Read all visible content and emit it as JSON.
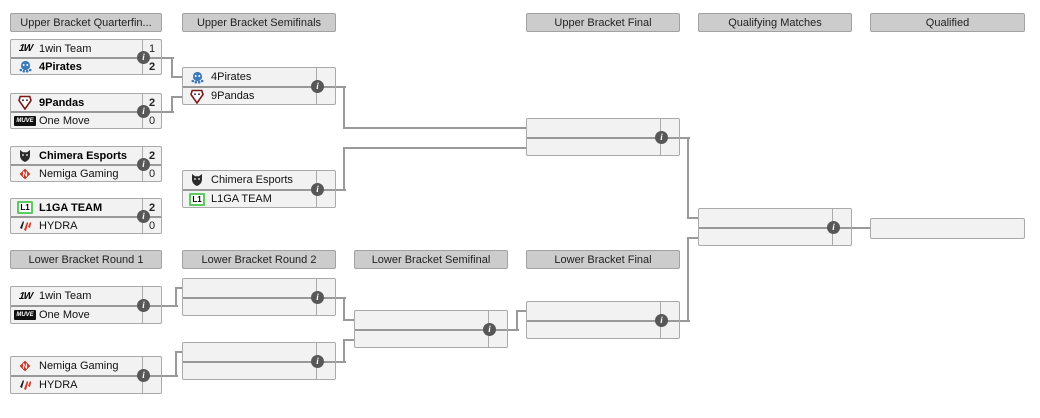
{
  "headers": {
    "ub_qf": "Upper Bracket Quarterfin...",
    "ub_sf": "Upper Bracket Semifinals",
    "ub_final": "Upper Bracket Final",
    "qualifying": "Qualifying Matches",
    "qualified": "Qualified",
    "lb_r1": "Lower Bracket Round 1",
    "lb_r2": "Lower Bracket Round 2",
    "lb_sf": "Lower Bracket Semifinal",
    "lb_final": "Lower Bracket Final"
  },
  "matches": {
    "ub_qf_1": {
      "top": {
        "team": "1win Team",
        "score": "1",
        "winner": false
      },
      "bottom": {
        "team": "4Pirates",
        "score": "2",
        "winner": true
      }
    },
    "ub_qf_2": {
      "top": {
        "team": "9Pandas",
        "score": "2",
        "winner": true
      },
      "bottom": {
        "team": "One Move",
        "score": "0",
        "winner": false
      }
    },
    "ub_qf_3": {
      "top": {
        "team": "Chimera Esports",
        "score": "2",
        "winner": true
      },
      "bottom": {
        "team": "Nemiga Gaming",
        "score": "0",
        "winner": false
      }
    },
    "ub_qf_4": {
      "top": {
        "team": "L1GA TEAM",
        "score": "2",
        "winner": true
      },
      "bottom": {
        "team": "HYDRA",
        "score": "0",
        "winner": false
      }
    },
    "ub_sf_1": {
      "top": {
        "team": "4Pirates",
        "score": "",
        "winner": false
      },
      "bottom": {
        "team": "9Pandas",
        "score": "",
        "winner": false
      }
    },
    "ub_sf_2": {
      "top": {
        "team": "Chimera Esports",
        "score": "",
        "winner": false
      },
      "bottom": {
        "team": "L1GA TEAM",
        "score": "",
        "winner": false
      }
    },
    "ub_final": {
      "top": {
        "team": "",
        "score": "",
        "winner": false
      },
      "bottom": {
        "team": "",
        "score": "",
        "winner": false
      }
    },
    "qualifying": {
      "top": {
        "team": "",
        "score": "",
        "winner": false
      },
      "bottom": {
        "team": "",
        "score": "",
        "winner": false
      }
    },
    "qualified": {
      "team": ""
    },
    "lb_r1_1": {
      "top": {
        "team": "1win Team",
        "score": "",
        "winner": false
      },
      "bottom": {
        "team": "One Move",
        "score": "",
        "winner": false
      }
    },
    "lb_r1_2": {
      "top": {
        "team": "Nemiga Gaming",
        "score": "",
        "winner": false
      },
      "bottom": {
        "team": "HYDRA",
        "score": "",
        "winner": false
      }
    },
    "lb_r2_1": {
      "top": {
        "team": "",
        "score": "",
        "winner": false
      },
      "bottom": {
        "team": "",
        "score": "",
        "winner": false
      }
    },
    "lb_r2_2": {
      "top": {
        "team": "",
        "score": "",
        "winner": false
      },
      "bottom": {
        "team": "",
        "score": "",
        "winner": false
      }
    },
    "lb_sf": {
      "top": {
        "team": "",
        "score": "",
        "winner": false
      },
      "bottom": {
        "team": "",
        "score": "",
        "winner": false
      }
    },
    "lb_final": {
      "top": {
        "team": "",
        "score": "",
        "winner": false
      },
      "bottom": {
        "team": "",
        "score": "",
        "winner": false
      }
    }
  },
  "logo_texts": {
    "onewin": "1W",
    "onemove": "MUVE",
    "nemiga": "N",
    "l1ga": "L1"
  },
  "icons": {
    "info": "i"
  },
  "colors": {
    "header_bg": "#cccccc",
    "box_bg": "#f2f2f2",
    "border": "#aaaaaa",
    "connector": "#999999",
    "info_bg": "#575757",
    "pirates_blue": "#3b79b8",
    "pandas_red": "#7a1b1b",
    "nemiga_red": "#c0392b",
    "hydra_red": "#d43a2a",
    "l1ga_green": "#5ecb5e"
  }
}
